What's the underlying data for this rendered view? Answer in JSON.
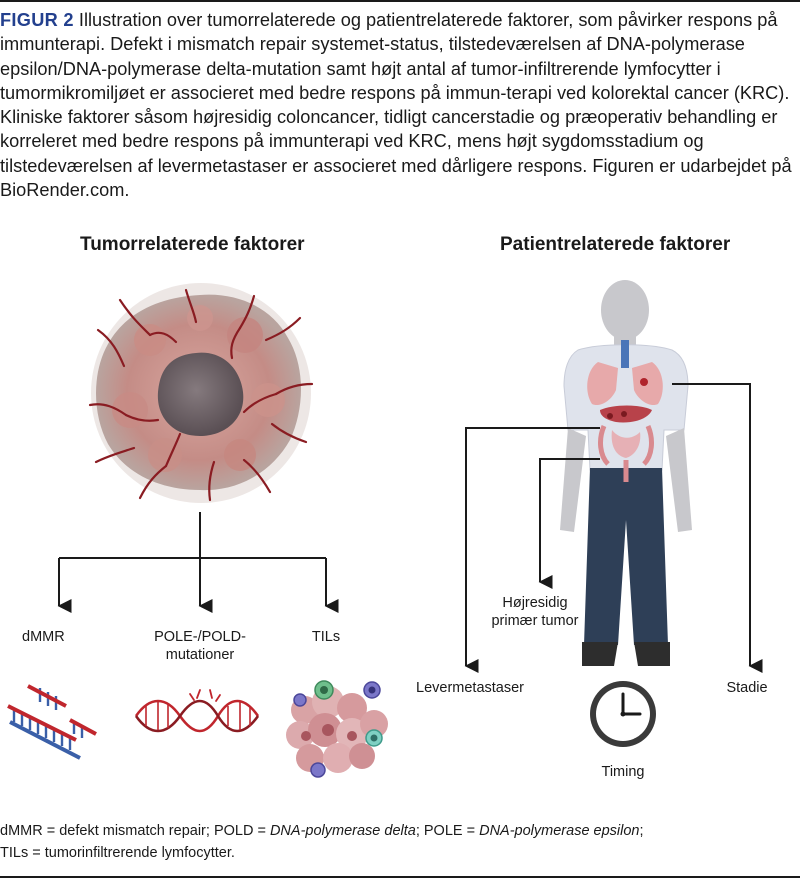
{
  "caption": {
    "figure_label": "FIGUR 2",
    "text": "Illustration over tumorrelaterede og patientrelaterede faktorer, som påvirker respons på immunterapi. Defekt i mismatch repair systemet-status, tilstedeværelsen af DNA-polymerase epsilon/DNA-polymerase delta-mutation samt højt antal af tumor-infiltrerende lymfocytter i tumormikromiljøet er associeret med bedre respons på immun-terapi ved kolorektal cancer (KRC). Kliniske faktorer såsom højresidig coloncancer, tidligt cancerstadie og præoperativ behandling er korreleret med bedre respons på immunterapi ved KRC, mens højt sygdomsstadium og tilstedeværelsen af levermetastaser er associeret med dårligere respons. Figuren er udarbejdet på BioRender.com."
  },
  "left": {
    "heading": "Tumorrelaterede faktorer",
    "labels": {
      "dmmr": "dMMR",
      "pole_line1": "POLE-/POLD-",
      "pole_line2": "mutationer",
      "tils": "TILs"
    }
  },
  "right": {
    "heading": "Patientrelaterede faktorer",
    "labels": {
      "hojresidig_line1": "Højresidig",
      "hojresidig_line2": "primær tumor",
      "levermetastaser": "Levermetastaser",
      "stadie": "Stadie",
      "timing": "Timing"
    }
  },
  "footer": {
    "seg1": "dMMR = defekt mismatch repair; POLD = ",
    "seg2_italic": "DNA-polymerase delta",
    "seg3": "; POLE = ",
    "seg4_italic": "DNA-polymerase epsilon",
    "seg5": ";",
    "line2": "TILs = tumorinfiltrerende lymfocytter."
  },
  "colors": {
    "figure_label": "#23408e",
    "arrows": "#1a1a1a",
    "tumor_flesh": "#c98f88",
    "tumor_core": "#6e6266",
    "vessels": "#8a1c22",
    "dna_red": "#c0262d",
    "dna_blue": "#3a5fa8",
    "jeans": "#2e3f57",
    "shirt": "#dfe3ec"
  },
  "icons": [
    "tumor-illustration-icon",
    "dna-repair-icon",
    "dna-mutation-icon",
    "til-cells-icon",
    "human-figure-icon",
    "clock-icon"
  ]
}
